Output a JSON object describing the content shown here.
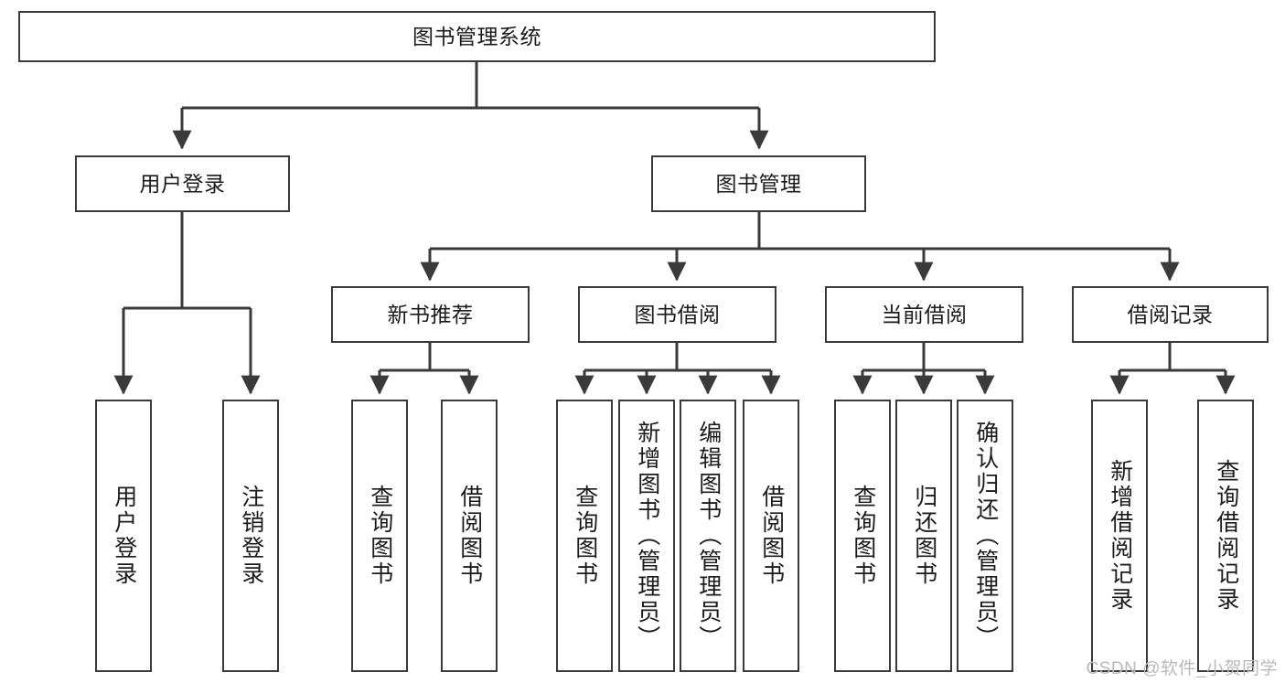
{
  "diagram": {
    "title": "图书管理系统",
    "type": "tree-hierarchy",
    "watermark": "CSDN @软件_小贺同学",
    "colors": {
      "box_border": "#3a3a3a",
      "box_fill": "#ffffff",
      "edge": "#3a3a3a",
      "text": "#1b1b1b",
      "watermark": "#b9b9b9",
      "background": "#ffffff"
    }
  },
  "nodes": {
    "root": {
      "label": "图书管理系统"
    },
    "level2": [
      {
        "id": "user-login",
        "label": "用户登录"
      },
      {
        "id": "book-manage",
        "label": "图书管理"
      }
    ],
    "level3": [
      {
        "id": "new-book-recommend",
        "label": "新书推荐"
      },
      {
        "id": "book-borrow",
        "label": "图书借阅"
      },
      {
        "id": "current-borrow",
        "label": "当前借阅"
      },
      {
        "id": "borrow-record",
        "label": "借阅记录"
      }
    ],
    "leaves": [
      {
        "id": "leaf-user-login",
        "label": "用户登录",
        "parent": "user-login"
      },
      {
        "id": "leaf-user-logout",
        "label": "注销登录",
        "parent": "user-login"
      },
      {
        "id": "leaf-query-book-1",
        "label": "查询图书",
        "parent": "new-book-recommend"
      },
      {
        "id": "leaf-borrow-book-1",
        "label": "借阅图书",
        "parent": "new-book-recommend"
      },
      {
        "id": "leaf-query-book-2",
        "label": "查询图书",
        "parent": "book-borrow"
      },
      {
        "id": "leaf-add-book",
        "label": "新增图书（管理员）",
        "parent": "book-borrow"
      },
      {
        "id": "leaf-edit-book",
        "label": "编辑图书（管理员）",
        "parent": "book-borrow"
      },
      {
        "id": "leaf-borrow-book-2",
        "label": "借阅图书",
        "parent": "book-borrow"
      },
      {
        "id": "leaf-query-book-3",
        "label": "查询图书",
        "parent": "current-borrow"
      },
      {
        "id": "leaf-return-book",
        "label": "归还图书",
        "parent": "current-borrow"
      },
      {
        "id": "leaf-confirm-return",
        "label": "确认归还（管理员）",
        "parent": "current-borrow"
      },
      {
        "id": "leaf-add-record",
        "label": "新增借阅记录",
        "parent": "borrow-record"
      },
      {
        "id": "leaf-query-record",
        "label": "查询借阅记录",
        "parent": "borrow-record"
      }
    ]
  }
}
